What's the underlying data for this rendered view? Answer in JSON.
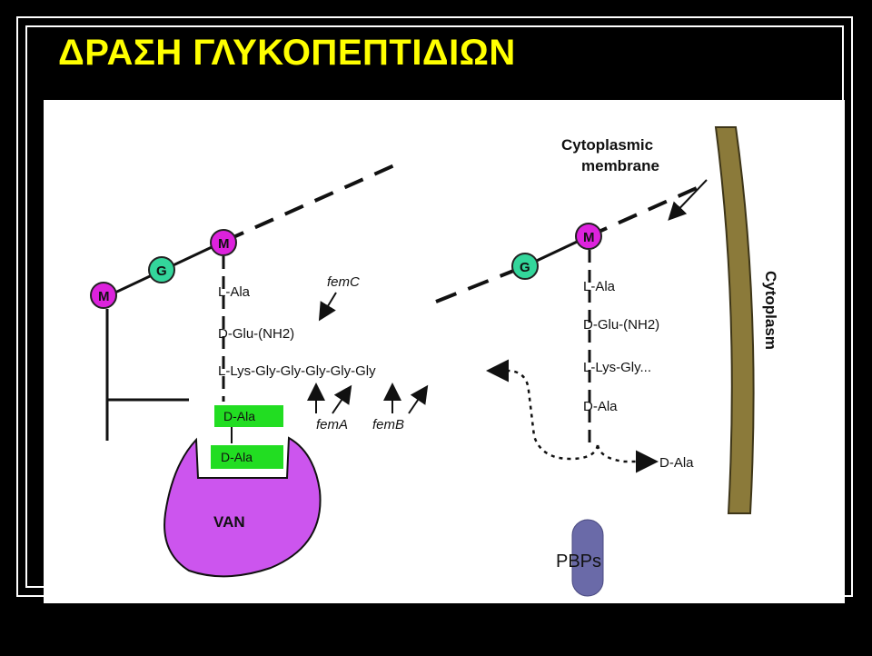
{
  "slide": {
    "title": "ΔΡΑΣΗ ΓΛΥΚΟΠΕΠΤΙΔΙΩΝ"
  },
  "diagram": {
    "membrane_label_line1": "Cytoplasmic",
    "membrane_label_line2": "membrane",
    "cytoplasm_label": "Cytoplasm",
    "sugar_m": "M",
    "sugar_g": "G",
    "left_chain": {
      "l_ala": "L-Ala",
      "d_glu": "D-Glu-(NH2)",
      "l_lys": "L-Lys-Gly-Gly-Gly-Gly-Gly",
      "d_ala_1": "D-Ala",
      "d_ala_2": "D-Ala"
    },
    "right_chain": {
      "l_ala": "L-Ala",
      "d_glu": "D-Glu-(NH2)",
      "l_lys": "L-Lys-Gly...",
      "d_ala": "D-Ala",
      "released_d_ala": "D-Ala"
    },
    "enzymes": {
      "femC": "femC",
      "femA": "femA",
      "femB": "femB"
    },
    "vancomycin": "VAN",
    "pbps": "PBPs"
  },
  "colors": {
    "title": "#ffff00",
    "m_node": "#dd22dd",
    "g_node": "#33d69b",
    "d_ala_box": "#22dd22",
    "van": "#cc55ee",
    "membrane": "#8b7a3a",
    "pbps": "#6a6aa8"
  }
}
